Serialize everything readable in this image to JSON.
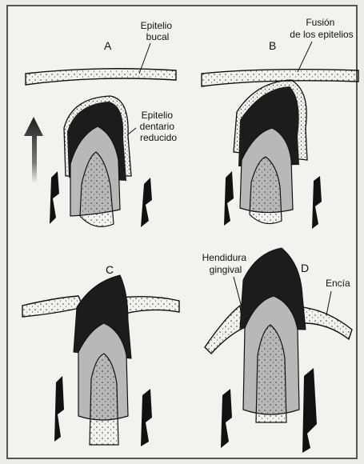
{
  "panels": {
    "a": {
      "letter": "A"
    },
    "b": {
      "letter": "B"
    },
    "c": {
      "letter": "C"
    },
    "d": {
      "letter": "D"
    }
  },
  "labels": {
    "epitelio_bucal": [
      "Epitelio",
      "bucal"
    ],
    "epitelio_dentario": [
      "Epitelio",
      "dentario",
      "reducido"
    ],
    "fusion": [
      "Fusión",
      "de los epitelios"
    ],
    "hendidura": [
      "Hendidura",
      "gingival"
    ],
    "encia": "Encía"
  },
  "colors": {
    "enamel": "#1c1c1c",
    "dentin": "#b8b8b8",
    "pulp": "#f6f5f0",
    "epithelium": "#ecebe5",
    "outline": "#111111",
    "arrow": "#2a2a2a"
  }
}
